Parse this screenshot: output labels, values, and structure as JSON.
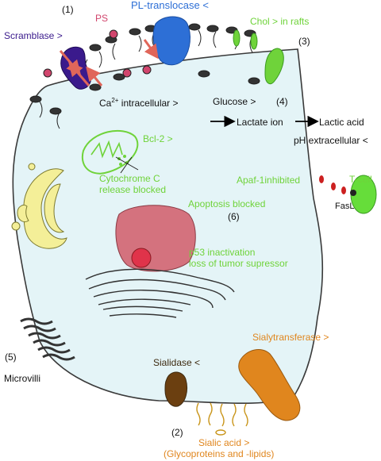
{
  "labels": {
    "num1": "(1)",
    "pl_translocase": "PL-translocase <",
    "ps": "PS",
    "scramblase": "Scramblase >",
    "chol": "Chol > in rafts",
    "num3": "(3)",
    "ca_base": "Ca",
    "ca_sup": "2+",
    "ca_rest": " intracellular >",
    "glucose": "Glucose >",
    "num4": "(4)",
    "lactate_ion": "Lactate ion",
    "lactic_acid": "Lactic acid",
    "ph": "pH extracellular <",
    "bcl2": "Bcl-2 >",
    "cyto_c_1": "Cytochrome C",
    "cyto_c_2": "release blocked",
    "apaf": "Apaf-1inhibited",
    "tcell": "T-cell",
    "fasl": "FasL",
    "apoptosis": "Apoptosis blocked",
    "num6": "(6)",
    "p53_1": "p53 inactivation",
    "p53_2": "loss of tumor supressor",
    "num5": "(5)",
    "microvilli": "Microvilli",
    "sialytransferase": "Sialytransferase >",
    "sialidase": "Sialidase <",
    "num2": "(2)",
    "sialic_1": "Sialic acid >",
    "sialic_2": "(Glycoproteins and -lipids)"
  },
  "colors": {
    "cytoplasm": "#e4f4f7",
    "green_text": "#6fd33a",
    "orange_text": "#e0861e",
    "pl_translocase": "#2d6fd6",
    "scramblase": "#3a1a8c",
    "ps_pink": "#d1456d",
    "nucleus": "#d4727e",
    "nucleolus": "#e0334a",
    "golgi": "#f4ef98",
    "tcell": "#66dd3a"
  }
}
